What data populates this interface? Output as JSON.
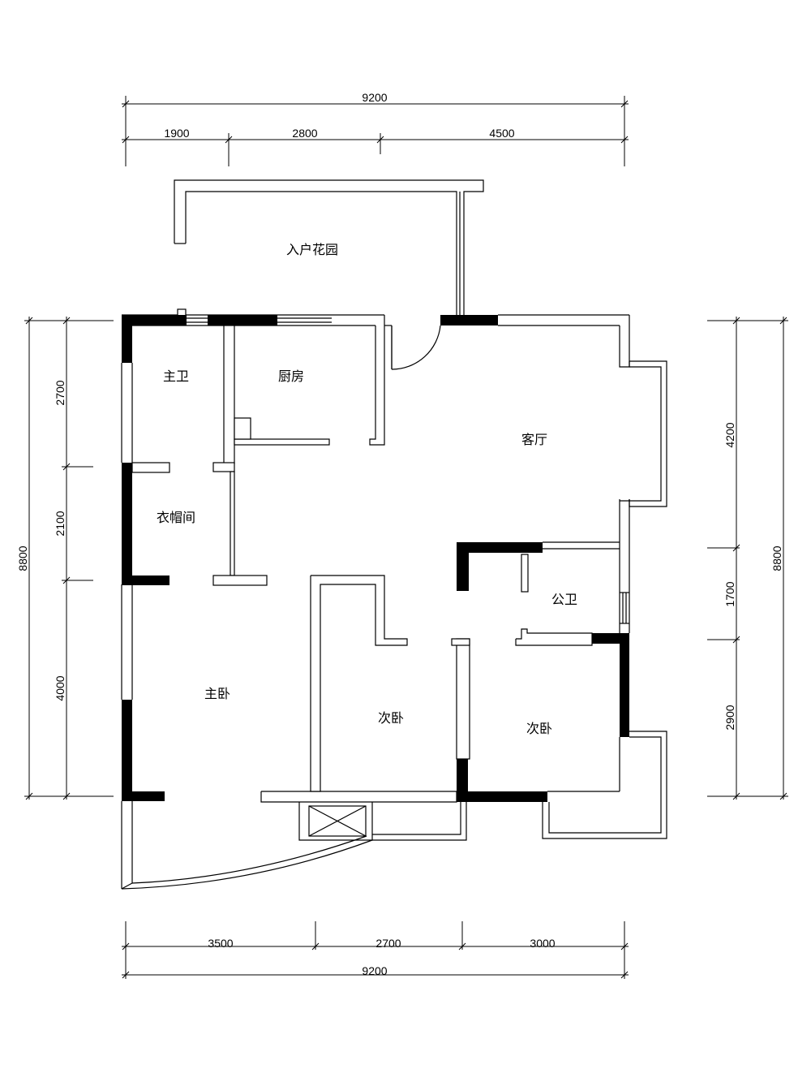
{
  "rooms": {
    "entry_garden": "入户花园",
    "master_bath": "主卫",
    "kitchen": "厨房",
    "living_room": "客厅",
    "cloakroom": "衣帽间",
    "public_bath": "公卫",
    "master_bedroom": "主卧",
    "second_bedroom_a": "次卧",
    "second_bedroom_b": "次卧"
  },
  "dimensions": {
    "top_total": "9200",
    "top_segments": [
      "1900",
      "2800",
      "4500"
    ],
    "bottom_segments": [
      "3500",
      "2700",
      "3000"
    ],
    "bottom_total": "9200",
    "left_total": "8800",
    "left_segments": [
      "2700",
      "2100",
      "4000"
    ],
    "right_segments": [
      "4200",
      "1700",
      "2900"
    ],
    "right_total": "8800"
  }
}
